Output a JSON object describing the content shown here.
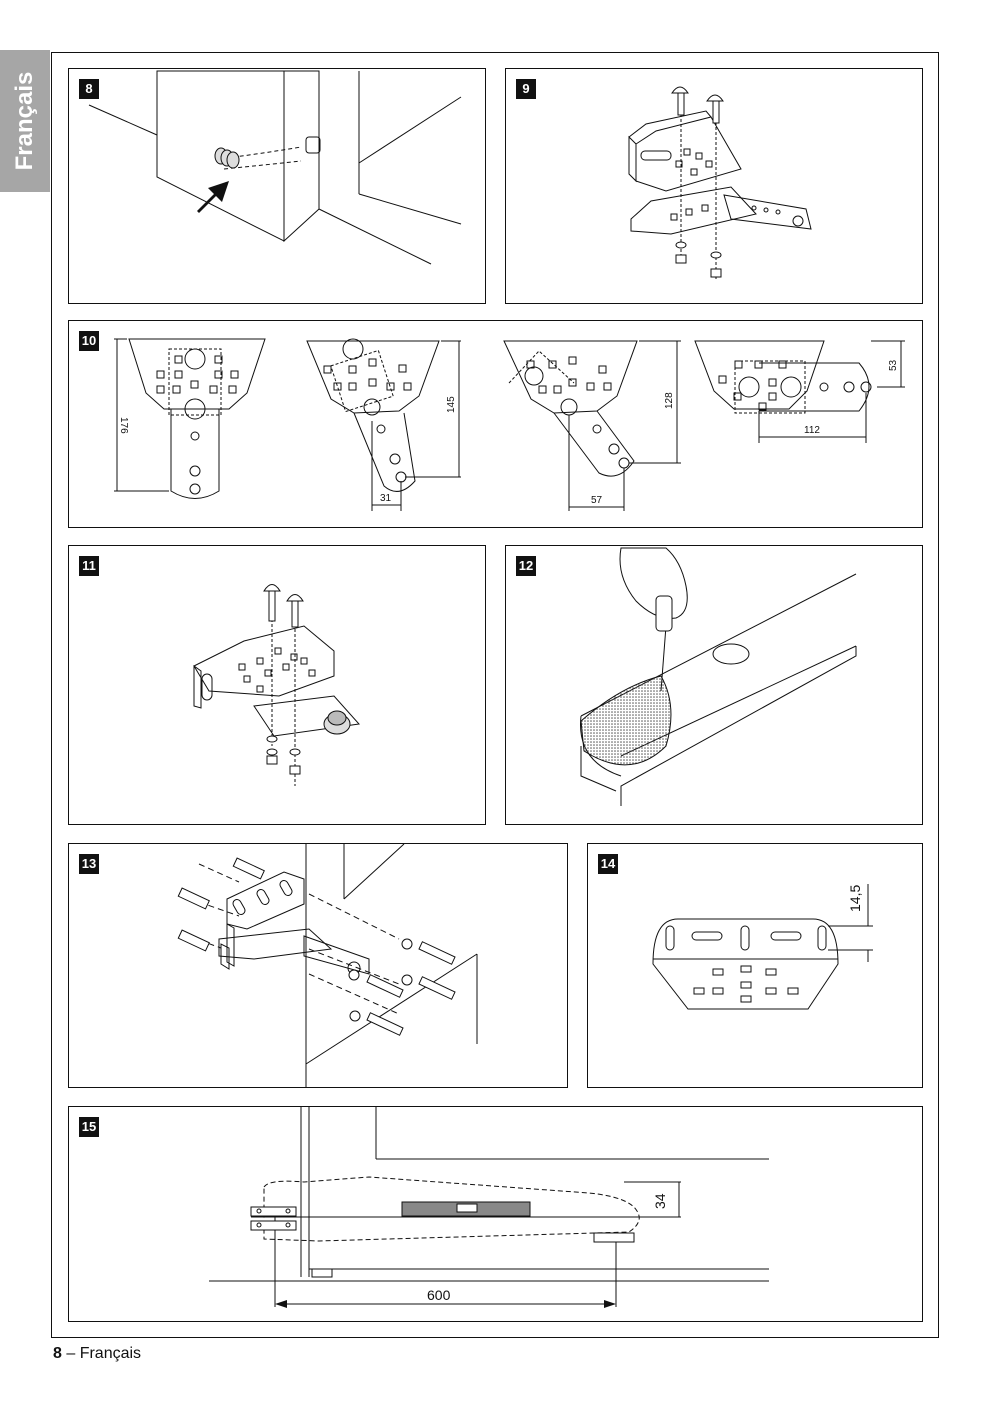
{
  "side_tab": {
    "label": "Français"
  },
  "footer": {
    "page_number": "8",
    "separator": " – ",
    "language": "Français"
  },
  "figures": [
    {
      "number": "8"
    },
    {
      "number": "9"
    },
    {
      "number": "10",
      "dimensions": [
        "176",
        "145",
        "31",
        "128",
        "57",
        "53",
        "112"
      ]
    },
    {
      "number": "11"
    },
    {
      "number": "12"
    },
    {
      "number": "13"
    },
    {
      "number": "14",
      "dimensions": [
        "14,5"
      ]
    },
    {
      "number": "15",
      "dimensions": [
        "34",
        "600"
      ]
    }
  ]
}
